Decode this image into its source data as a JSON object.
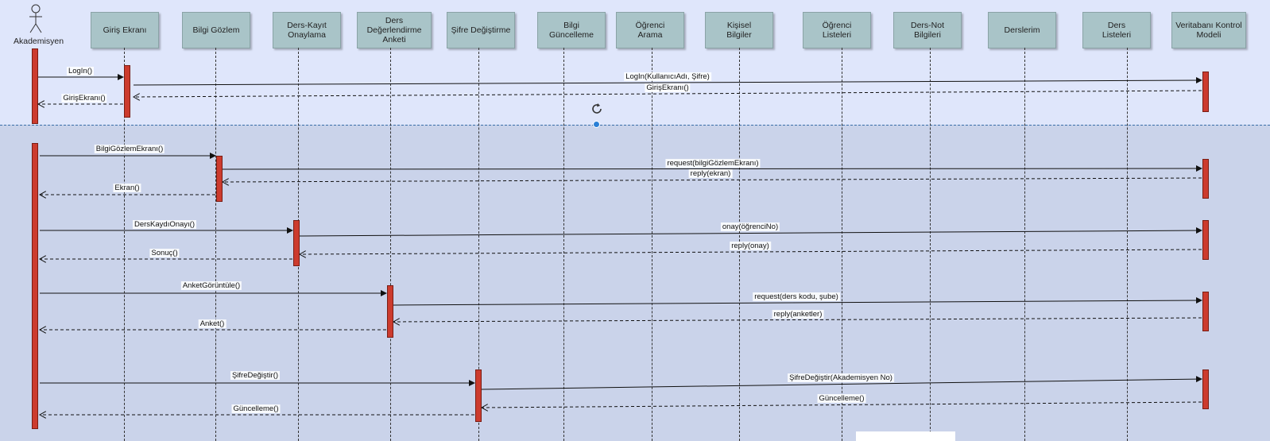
{
  "colors": {
    "top_band": "#dfe6fb",
    "bottom_band": "#cad3ea",
    "participant_fill": "#a9c4c8",
    "activation_fill": "#cc3b2e",
    "divider": "#3a6ea8",
    "selection_handle": "#2b7fd6"
  },
  "actor": {
    "label": "Akademisyen",
    "icon": "stick-figure-actor-icon"
  },
  "participants": [
    {
      "id": "giris",
      "label": "Giriş Ekranı"
    },
    {
      "id": "bilgi_gozlem",
      "label": "Bilgi Gözlem"
    },
    {
      "id": "ders_kayit",
      "label": "Ders-Kayıt\nOnaylama"
    },
    {
      "id": "anket",
      "label": "Ders Değerlendirme\nAnketi"
    },
    {
      "id": "sifre",
      "label": "Şifre Değiştirme"
    },
    {
      "id": "bilgi_guncelleme",
      "label": "Bilgi\nGüncelleme"
    },
    {
      "id": "ogrenci_arama",
      "label": "Öğrenci\nArama"
    },
    {
      "id": "kisisel",
      "label": "Kişisel\nBilgiler"
    },
    {
      "id": "ogrenci_listeleri",
      "label": "Öğrenci\nListeleri"
    },
    {
      "id": "ders_not",
      "label": "Ders-Not\nBilgileri"
    },
    {
      "id": "derslerim",
      "label": "Derslerim"
    },
    {
      "id": "ders_listeleri",
      "label": "Ders\nListeleri"
    },
    {
      "id": "db",
      "label": "Veritabanı Kontrol\nModeli"
    }
  ],
  "messages": [
    {
      "from": "actor",
      "to": "giris",
      "label": "LogIn()",
      "style": "call"
    },
    {
      "from": "giris",
      "to": "db",
      "label": "LogIn(KullanıcıAdı, Şifre)",
      "style": "call"
    },
    {
      "from": "db",
      "to": "giris",
      "label": "GirişEkranı()",
      "style": "return"
    },
    {
      "from": "giris",
      "to": "actor",
      "label": "GirişEkranı()",
      "style": "return"
    },
    {
      "from": "actor",
      "to": "bilgi_gozlem",
      "label": "BilgiGözlemEkranı()",
      "style": "call"
    },
    {
      "from": "bilgi_gozlem",
      "to": "db",
      "label": "request(bilgiGözlemEkranı)",
      "style": "call"
    },
    {
      "from": "db",
      "to": "bilgi_gozlem",
      "label": "reply(ekran)",
      "style": "return"
    },
    {
      "from": "bilgi_gozlem",
      "to": "actor",
      "label": "Ekran()",
      "style": "return"
    },
    {
      "from": "actor",
      "to": "ders_kayit",
      "label": "DersKaydıOnayı()",
      "style": "call"
    },
    {
      "from": "ders_kayit",
      "to": "db",
      "label": "onay(öğrenciNo)",
      "style": "call"
    },
    {
      "from": "db",
      "to": "ders_kayit",
      "label": "reply(onay)",
      "style": "return"
    },
    {
      "from": "ders_kayit",
      "to": "actor",
      "label": "Sonuç()",
      "style": "return"
    },
    {
      "from": "actor",
      "to": "anket",
      "label": "AnketGörüntüle()",
      "style": "call"
    },
    {
      "from": "anket",
      "to": "db",
      "label": "request(ders kodu, şube)",
      "style": "call"
    },
    {
      "from": "db",
      "to": "anket",
      "label": "reply(anketler)",
      "style": "return"
    },
    {
      "from": "anket",
      "to": "actor",
      "label": "Anket()",
      "style": "return"
    },
    {
      "from": "actor",
      "to": "sifre",
      "label": "ŞifreDeğiştir()",
      "style": "call"
    },
    {
      "from": "sifre",
      "to": "db",
      "label": "ŞifreDeğiştir(Akademisyen No)",
      "style": "call"
    },
    {
      "from": "db",
      "to": "sifre",
      "label": "Güncelleme()",
      "style": "return"
    },
    {
      "from": "sifre",
      "to": "actor",
      "label": "Güncelleme()",
      "style": "return"
    }
  ]
}
